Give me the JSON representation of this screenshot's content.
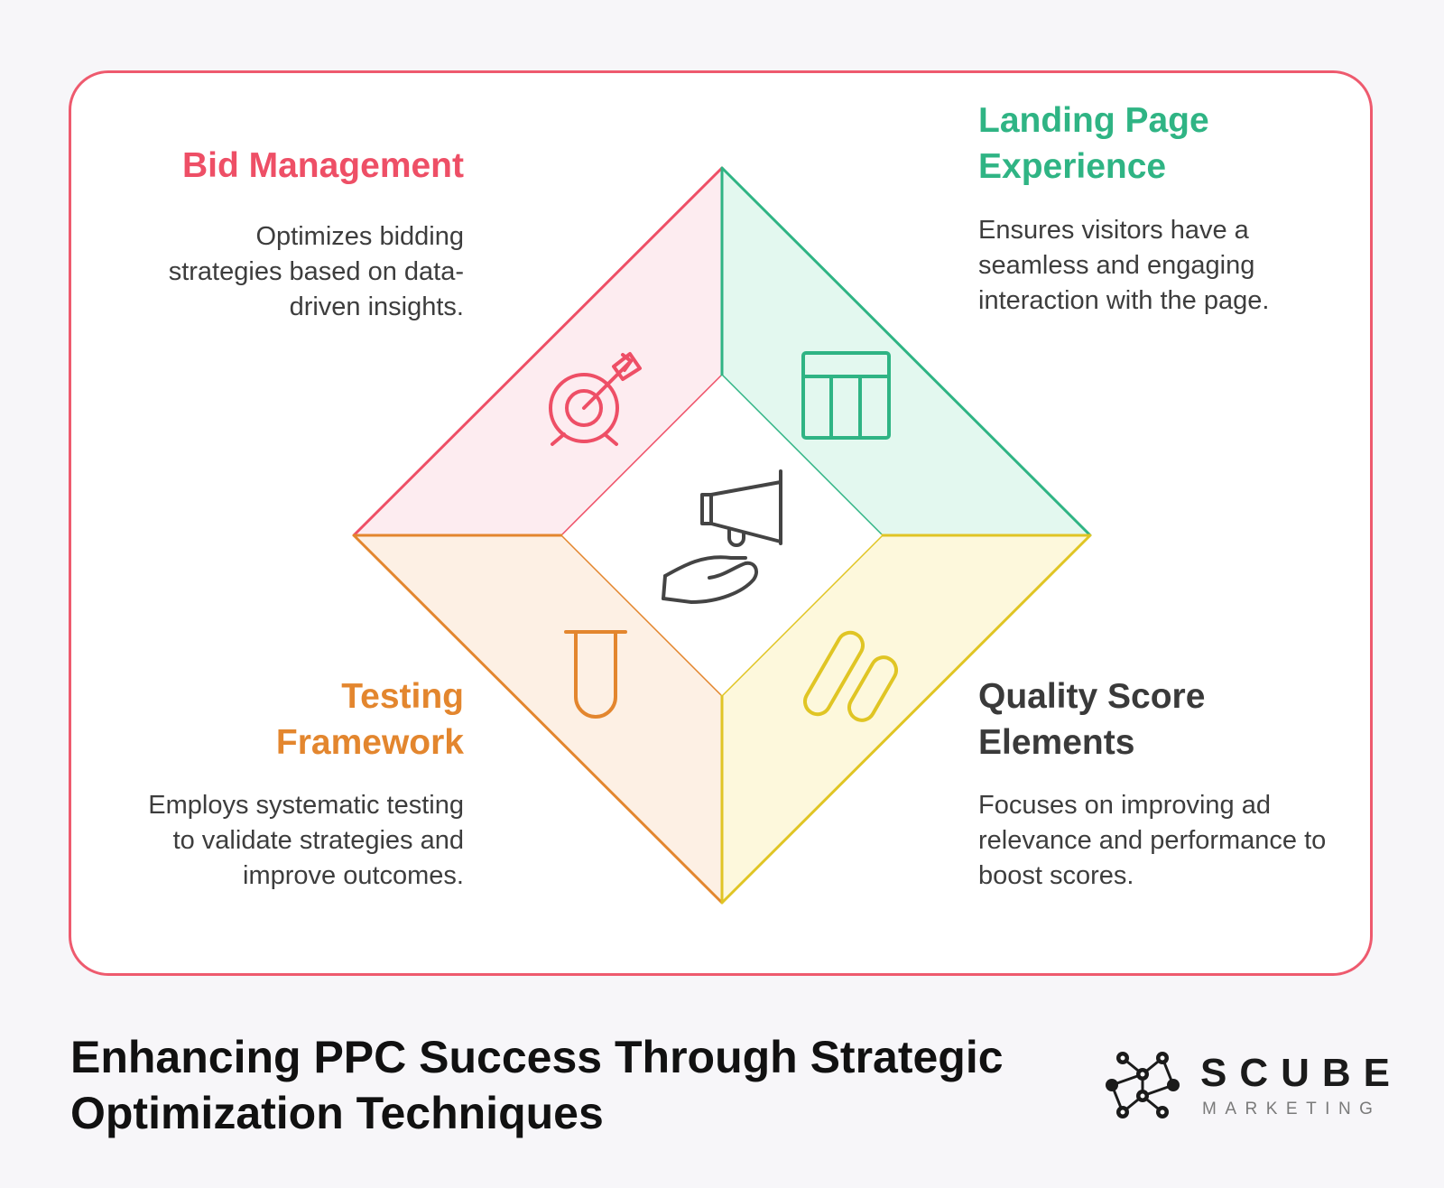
{
  "quadrants": {
    "bid": {
      "title": "Bid Management",
      "description": "Optimizes bidding strategies based on data-driven insights.",
      "icon": "target-arrow-icon",
      "color": "#ee4f66",
      "fill": "#fdecf0"
    },
    "landing": {
      "title_line1": "Landing Page",
      "title_line2": "Experience",
      "description": "Ensures visitors have a seamless and engaging interaction with the page.",
      "icon": "layout-table-icon",
      "color": "#2fb484",
      "fill": "#e3f8ef"
    },
    "testing": {
      "title_line1": "Testing",
      "title_line2": "Framework",
      "description": "Employs systematic testing to validate strategies and improve outcomes.",
      "icon": "test-tube-icon",
      "color": "#e3862e",
      "fill": "#fdf0e4"
    },
    "quality": {
      "title_line1": "Quality Score",
      "title_line2": "Elements",
      "description": "Focuses on improving ad relevance and performance to boost scores.",
      "icon": "pills-icon",
      "color": "#e0c524",
      "fill": "#fdf8dc"
    }
  },
  "center_icon": "megaphone-hand-icon",
  "footer": {
    "title_line1": "Enhancing PPC Success Through Strategic",
    "title_line2": "Optimization Techniques"
  },
  "logo": {
    "name": "SCUBE",
    "subtitle": "MARKETING"
  },
  "colors": {
    "card_border": "#ee5a6e",
    "background": "#f7f6f9"
  }
}
